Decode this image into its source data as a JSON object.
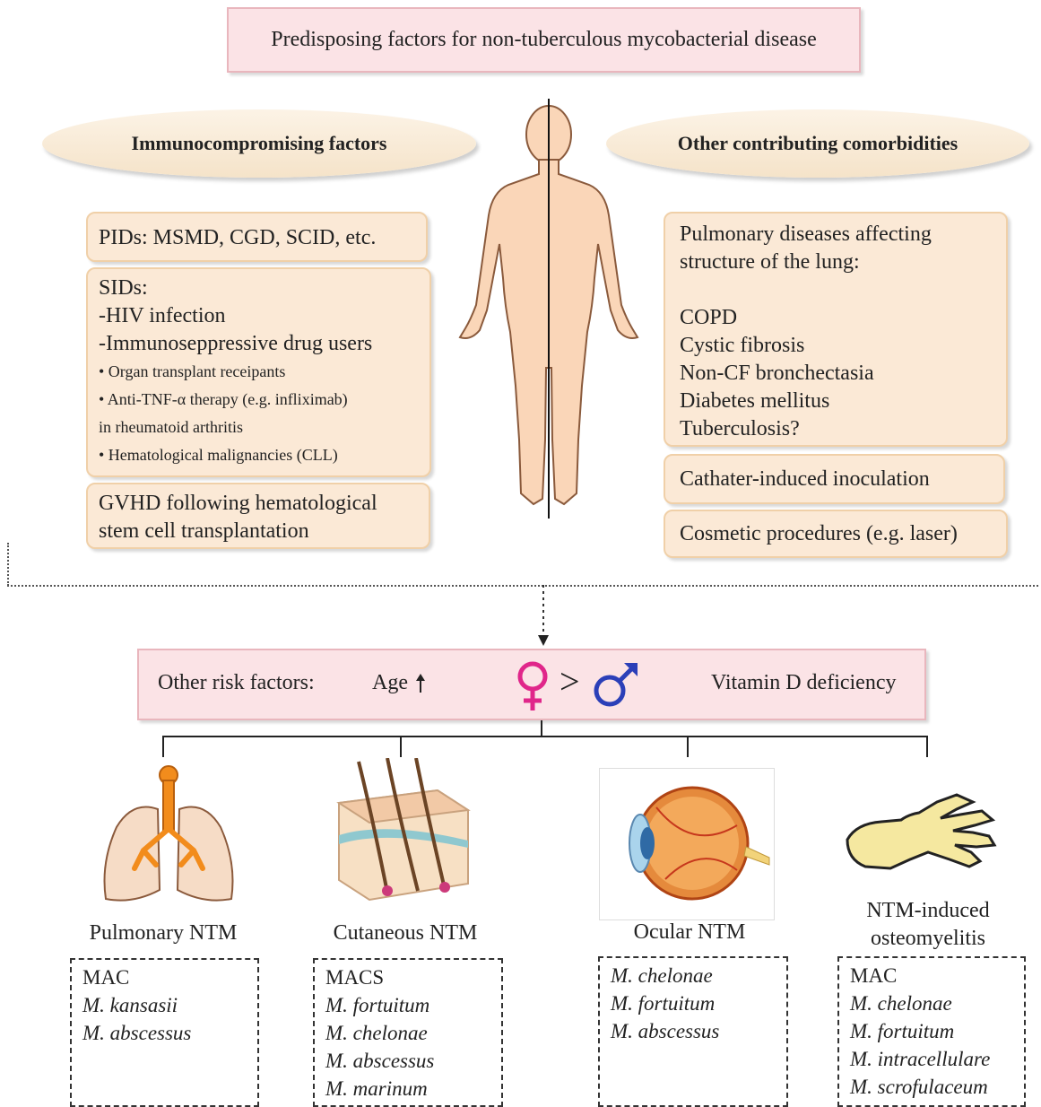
{
  "title": "Predisposing factors for non-tuberculous mycobacterial disease",
  "left_heading": "Immunocompromising factors",
  "right_heading": "Other contributing comorbidities",
  "left_boxes": {
    "pids": "PIDs: MSMD, CGD, SCID, etc.",
    "sids": {
      "heading": "SIDs:",
      "hiv": "-HIV infection",
      "drug": "-Immunoseppressive drug users",
      "b1": "• Organ transplant receipants",
      "b2a": "• Anti-TNF-α therapy (e.g. infliximab)",
      "b2b": "in rheumatoid arthritis",
      "b3": "• Hematological malignancies (CLL)"
    },
    "gvhd_1": "GVHD following hematological",
    "gvhd_2": "stem cell transplantation"
  },
  "right_boxes": {
    "pulm_1": "Pulmonary diseases affecting",
    "pulm_2": "structure of the lung:",
    "pulm_items": [
      "COPD",
      "Cystic fibrosis",
      "Non-CF bronchectasia",
      "Diabetes mellitus",
      "Tuberculosis?"
    ],
    "catheter": "Cathater-induced inoculation",
    "cosmetic": "Cosmetic procedures (e.g. laser)"
  },
  "risk": {
    "label": "Other risk factors:",
    "age": "Age",
    "comparator": ">",
    "vitd": "Vitamin D deficiency"
  },
  "colors": {
    "female": "#e0268a",
    "male": "#2b3fb8"
  },
  "columns": [
    {
      "label": "Pulmonary NTM",
      "icon": "lungs-icon",
      "species": [
        {
          "text": "MAC",
          "italic": false
        },
        {
          "text": "M. kansasii",
          "italic": true
        },
        {
          "text": "M. abscessus",
          "italic": true
        }
      ]
    },
    {
      "label": "Cutaneous NTM",
      "icon": "skin-icon",
      "species": [
        {
          "text": "MACS",
          "italic": false
        },
        {
          "text": "M. fortuitum",
          "italic": true
        },
        {
          "text": "M. chelonae",
          "italic": true
        },
        {
          "text": "M. abscessus",
          "italic": true
        },
        {
          "text": "M. marinum",
          "italic": true
        }
      ]
    },
    {
      "label": "Ocular NTM",
      "icon": "eye-icon",
      "species": [
        {
          "text": "M. chelonae",
          "italic": true
        },
        {
          "text": "M. fortuitum",
          "italic": true
        },
        {
          "text": "M. abscessus",
          "italic": true
        }
      ]
    },
    {
      "label_1": "NTM-induced",
      "label_2": "osteomyelitis",
      "icon": "hand-bones-icon",
      "species": [
        {
          "text": "MAC",
          "italic": false
        },
        {
          "text": "M. chelonae",
          "italic": true
        },
        {
          "text": "M. fortuitum",
          "italic": true
        },
        {
          "text": "M. intracellulare",
          "italic": true
        },
        {
          "text": "M. scrofulaceum",
          "italic": true
        }
      ]
    }
  ]
}
